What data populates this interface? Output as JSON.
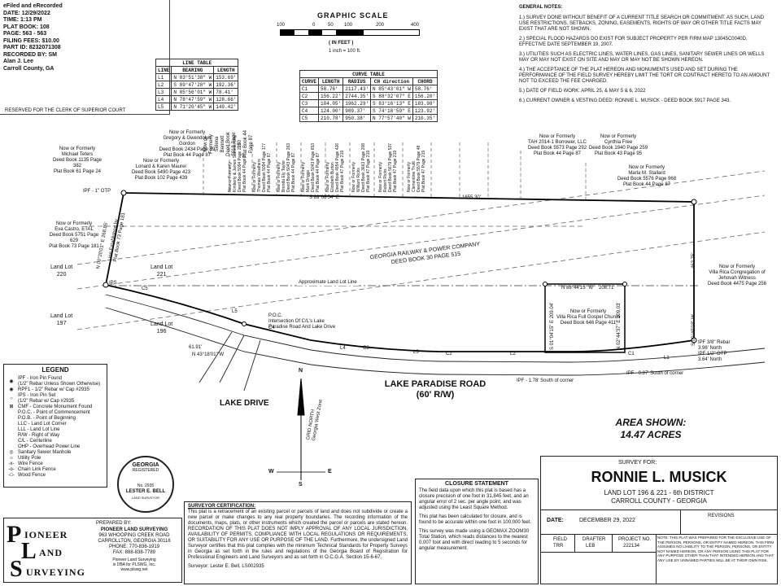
{
  "recording": {
    "lines": [
      "eFiled and eRecorded",
      "DATE: 12/29/2022",
      "TIME: 1:13 PM",
      "PLAT BOOK: 108",
      "PAGE: 563 - 563",
      "FILING FEES: $10.00",
      "PART ID: 8232071308",
      "RECORDED BY: SM",
      "Alan J. Lee",
      "Carroll County, GA"
    ],
    "reserved": "RESERVED FOR THE CLERK OF SUPERIOR COURT"
  },
  "graphic_scale": {
    "title": "GRAPHIC SCALE",
    "ticks": [
      "100",
      "0",
      "50",
      "100",
      "200",
      "400"
    ],
    "unit": "( IN FEET )",
    "ratio": "1 inch = 100 ft."
  },
  "line_table": {
    "title": "LINE TABLE",
    "headers": [
      "LINE",
      "BEARING",
      "LENGTH"
    ],
    "rows": [
      [
        "L1",
        "N 83°51'38\" W",
        "153.69'"
      ],
      [
        "L2",
        "S 89°47'28\" W",
        "192.36'"
      ],
      [
        "L3",
        "N 85°56'01\" W",
        "78.41'"
      ],
      [
        "L4",
        "N 78°47'59\" W",
        "128.66'"
      ],
      [
        "L5",
        "N 71°20'45\" W",
        "149.42'"
      ]
    ]
  },
  "curve_table": {
    "title": "CURVE TABLE",
    "headers": [
      "CURVE",
      "LENGTH",
      "RADIUS",
      "CH direction",
      "CHORD"
    ],
    "rows": [
      [
        "C1",
        "58.76'",
        "2117.43'",
        "N 85°43'01\" W",
        "58.76'"
      ],
      [
        "C2",
        "156.22'",
        "2744.35'",
        "S 88°32'07\" E",
        "156.20'"
      ],
      [
        "C3",
        "184.05'",
        "1962.29'",
        "S 83°16'13\" E",
        "183.98'"
      ],
      [
        "C4",
        "124.00'",
        "989.37'",
        "S 74°18'59\" E",
        "123.92'"
      ],
      [
        "C5",
        "210.78'",
        "950.38'",
        "N 77°57'40\" W",
        "210.35'"
      ]
    ]
  },
  "general_notes": {
    "title": "GENERAL NOTES:",
    "items": [
      "1.) SURVEY DONE WITHOUT BENEFIT OF A CURRENT TITLE SEARCH OR COMMITMENT. AS SUCH, LAND USE RESTRICTIONS, SETBACKS, ZONING, EASEMENTS, RIGHTS OF WAY OR OTHER TITLE FACTS MAY EXIST THAT ARE NOT SHOWN.",
      "2.) SPECIAL FLOOD HAZARDS DO EXIST FOR SUBJECT PROPERTY PER FIRM MAP 13045C0040D, EFFECTIVE DATE SEPTEMBER 19, 2007.",
      "3.) UTILITIES SUCH AS ELECTRIC LINES, WATER LINES, GAS LINES, SANITARY SEWER LINES OR WELLS MAY OR MAY NOT EXIST ON SITE AND MAY OR MAY NOT BE SHOWN HEREON.",
      "4.) THE ACCEPTANCE OF THE PLAT HEREON AND MONUMENTS USED AND SET DURING THE PERFORMANCE OF THE FIELD SURVEY HEREBY LIMIT THE TORT OR CONTRACT HERETO TO AN AMOUNT NOT TO EXCEED THE FEE CHARGED.",
      "5.) DATE OF FIELD WORK: APRIL 25, & MAY 5 & 6, 2022",
      "6.) CURRENT OWNER & VESTING DEED: RONNIE L. MUSICK - DEED BOOK 5917 PAGE 343."
    ]
  },
  "plat": {
    "owners_top": [
      "Now or Formerly\nMichael Teters\nDeed Book 1135 Page 382\nPlat Book 61 Page 24",
      "Now or Formerly\nGregory & Gwendolyn Gordon\nDeed Book 2434 Page 29\nPlat Book 44 Page 87",
      "Now or Formerly\nLonard & Karen Maurer\nDeed Book 5490 Page 423\nPlat Book 102 Page 439",
      "Now or Formerly\nSelena Bennett\nDeed Book 5918 Page 180\nPlat Book 44 Page 87",
      "Now or Formerly\nKimberly & James Summerville\nDeed Book 5094 Page 215\nPlat Book 44 Page 87",
      "Now or Formerly\nThomas Weathers\nDeed Book 5094 Page 177\nPlat Book 44 Page 87",
      "Now or Formerly\nBrenda Ely Taylor\nDeed Book 5043 Page 263\nPlat Book 44 Page 87",
      "Now or Formerly\nMark Driggs\nDeed Book 5043 Page 653\nPlat Book 44 Page 87",
      "Now or Formerly\nElizabeth Burton\nDeed Book 4954 Page 426\nPlat Book 47 Page 219",
      "Now or Formerly\nWilliam Ricks\nDeed Book 3663 Page 208\nPlat Book 47 Page 219",
      "Now or Formerly\nRobert Ricks\nDeed Book 5679 Page 537\nPlat Book 47 Page 219",
      "Now or Formerly\nClementine Truitt\nDeed Book 5579 Page 48\nPlat Book 47 Page 219",
      "Now or Formerly\nTAH 2014-1 Borrower, LLC\nDeed Book 5573 Page 292\nPlat Book 44 Page 87",
      "Now or Formerly\nCynthia Free\nDeed Book 1940 Page 259\nPlat Book 43 Page 95",
      "Now or Formerly\nMarla M. Stallard\nDeed Book 5576 Page 968\nPlat Book 44 Page 87"
    ],
    "owner_west": "Now or Formerly\nEva Castro, ETAL\nDeed Book 5751 Page 629\nPlat Book 73 Page 181",
    "owner_east": "Now or Formerly\nVilla Rica Congregation of\nJehovah Witness\nDeed Book 4475 Page 256",
    "owner_church": "Now or Formerly\nVilla Rica Full Gospel Church\nDeed Book 646 Page 411",
    "railway": "GEORGIA RAILWAY & POWER COMPANY\nDEED BOOK 30 PAGE 515",
    "land_lots": [
      "Land Lot\n220",
      "Land Lot\n221",
      "Land Lot\n197",
      "Land Lot\n196"
    ],
    "approx_lot_line": "Approximate Land Lot Line",
    "bearings": {
      "north_line": "S 89°08'54\" E",
      "north_dist": "1655.30'",
      "west": "N 00°20'01\" E  268.85'",
      "east": "S 00°49'03\" W",
      "east_dist": "462.75'",
      "church_top": "N 88°44'15\" W",
      "church_top_dist": "208.71'",
      "church_west": "S 01°04'15\" E 209.04'",
      "church_east": "N 02°44'37\" E 209.03'",
      "tie": "N 43°18'01\" W",
      "tie_dist": "61.91'",
      "west_line_note": "Line Established by\nPlat Book 73 Page 181"
    },
    "labels": {
      "ipf_west": "IPF - 1\" OTP",
      "ipf_rebar": "IPF 3/8\" Rebar\n3.96' North\nIPF 1/2\" OTP\n3.64' North",
      "ips": "IPS",
      "poc": "P.O.C.\nIntersection Of C/L's Lake\nParadise Road And Lake Drive",
      "ohp_south1": "IPF - 1.78' South of corner",
      "ohp_south2": "IPF - 0.87' South of corner",
      "curves": [
        "C5",
        "L5",
        "C4",
        "L4",
        "C3",
        "L3",
        "C2",
        "L2",
        "C1",
        "L1"
      ]
    },
    "road_name": "LAKE PARADISE ROAD\n(60' R/W)",
    "lake_drive": "LAKE DRIVE",
    "grid_north": "GRID NORTH\nGeorgia West Zone",
    "compass": [
      "N",
      "W",
      "E",
      "S"
    ]
  },
  "area": {
    "line1": "AREA SHOWN:",
    "line2": "14.47 ACRES"
  },
  "legend": {
    "title": "LEGEND",
    "items": [
      [
        "◉",
        "IPF - Iron Pin Found\n(1/2\" Rebar Unless Shown Otherwise)"
      ],
      [
        "◉",
        "RPF1 - 1/2\" Rebar w/ Cap #2935"
      ],
      [
        "○",
        "IPS - Iron Pin Set\n(1/2\" Rebar w/ Cap #2935"
      ],
      [
        "⊠",
        "CMF - Concrete Monument Found"
      ],
      [
        "",
        "P.O.C. - Point of Commencement"
      ],
      [
        "",
        "P.O.B. - Point of Beginning"
      ],
      [
        "",
        "LLC - Land Lot Corner"
      ],
      [
        "",
        "LLL - Land Lot Line"
      ],
      [
        "",
        "R/W - Right of Way"
      ],
      [
        "",
        "C/L - Centerline"
      ],
      [
        "",
        "OHP - Overhead Power Line"
      ],
      [
        "◎",
        "Sanitary Sewer Manhole"
      ],
      [
        "☼",
        "Utility Pole"
      ],
      [
        "-x-",
        "Wire Fence"
      ],
      [
        "-o-",
        "Chain Link Fence"
      ],
      [
        "-□-",
        "Wood Fence"
      ]
    ]
  },
  "seal": {
    "top": "GEORGIA",
    "mid": "REGISTERED",
    "no": "No. 2935",
    "name": "LESTER E. BELL",
    "sub": "LAND SURVEYOR"
  },
  "company": {
    "logo_p": "P",
    "logo_l": "L",
    "logo_s": "S",
    "name1": "IONEER",
    "name2": "AND",
    "name3": "URVEYING",
    "prepared": "PREPARED BY:",
    "lines": [
      "PIONEER LAND SURVEYING",
      "963 WHOOPING CREEK ROAD",
      "CARROLLTON, GEORGIA 30116",
      "PHONE: 770-836-1919",
      "FAX: 888-838-7789"
    ],
    "small": "Pioneer Land Surveying\nis DBA for PLSWG, Inc.\nwww.plswg.net"
  },
  "certification": {
    "title": "SURVEYOR CERTIFICATION:",
    "text": "This plat is a retracement of an existing parcel or parcels of land and does not subdivide or create a new parcel or make changes to any real property boundaries. The recording information of the documents, maps, plats, or other instruments which created the parcel or parcels are stated hereon. RECORDATION OF THIS PLAT DOES NOT IMPLY APPROVAL OF ANY LOCAL JURISDICTION, AVAILABILITY OF PERMITS, COMPLIANCE WITH LOCAL REGULATIONS OR REQUIREMENTS, OR SUITABILITY FOR ANY USE OR PURPOSE OF THE LAND. Furthermore, the undersigned Land Surveyor certifies that this plat complies with the minimum Technical Standards for Property Surveys in Georgia as set forth in the rules and regulations of the Georgia Board of Registration for Professional Engineers and Land Surveyors and as set forth in O.C.G.A. Section 15-6-67.",
    "signature": "Surveyor: Lester E. Bell, LS002935"
  },
  "closure": {
    "title": "CLOSURE STATEMENT",
    "p1": "The field data upon which this plat is based has a closure precision of one foot in 31,845 feet, and an angular error of 2 sec. per angle point, and was adjusted using the Least Square Method.",
    "p2": "This plat has been calculated for closure, and is found to be accurate within one foot in 100,000 feet.",
    "p3": "This survey was made using a GEOMAX ZOOM30 Total Station, which reads distances to the nearest 0.007 foot and with direct reading to 5 seconds for angular measurement."
  },
  "title_block": {
    "survey_for": "SURVEY FOR:",
    "client": "RONNIE L. MUSICK",
    "land_lot": "LAND LOT 196 & 221 - 6th DISTRICT",
    "county": "CARROLL COUNTY - GEORGIA",
    "date_label": "DATE:",
    "date": "DECEMBER 29, 2022",
    "revisions": "REVISIONS",
    "field_label": "FIELD",
    "field": "TRR",
    "drafter_label": "DRAFTER",
    "drafter": "LEB",
    "project_label": "PROJECT NO.",
    "project": "222134",
    "note": "NOTE: THIS PLAT WAS PREPARED FOR THE EXCLUSIVE USE OF THE PERSON, PERSONS, OR ENTITY NAMED HEREON. THIS FIRM ASSUMES NO LIABILITY TO THE PERSON, PERSONS, OR ENTITY NOT NAMED HEREON, OR ANY PERSON USING THIS PLAT FOR ANY PURPOSE OTHER THAN THAT INTENDED HEREON AND THAT ANY USE BY UNNAMED PARTIES WILL BE AT THEIR OWN RISK."
  }
}
